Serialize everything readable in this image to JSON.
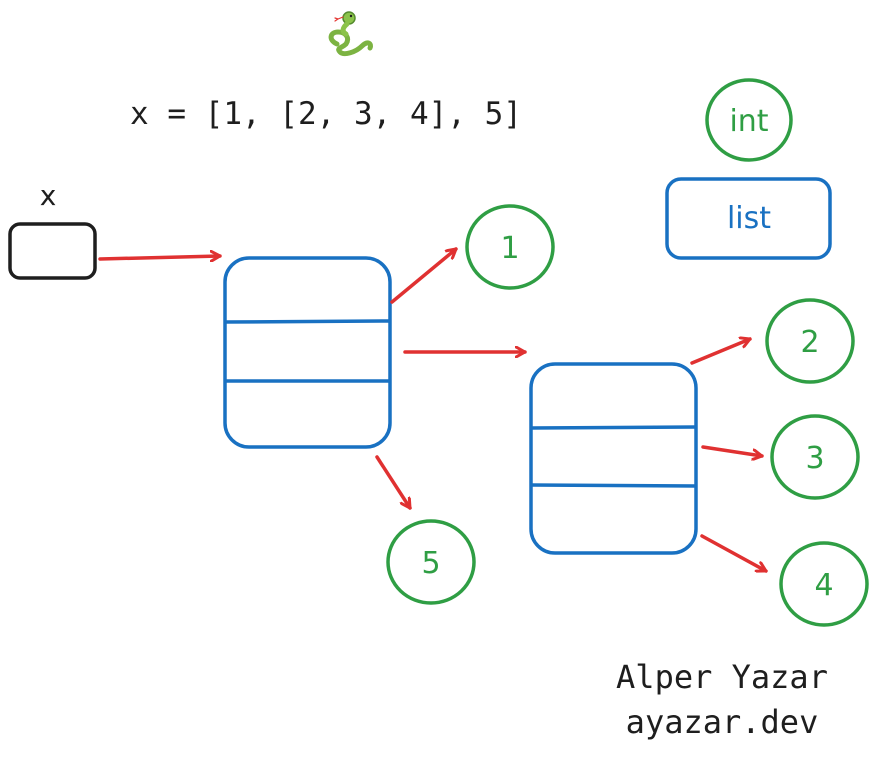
{
  "header": {
    "icon": "snake-icon",
    "code": "x = [1, [2, 3, 4], 5]"
  },
  "legend": {
    "int_label": "int",
    "list_label": "list"
  },
  "variable": {
    "name": "x"
  },
  "ints": {
    "one": "1",
    "two": "2",
    "three": "3",
    "four": "4",
    "five": "5"
  },
  "credit": {
    "author": "Alper Yazar",
    "site": "ayazar.dev"
  },
  "colors": {
    "int": "#2f9e44",
    "list": "#1971c2",
    "arrow": "#e03131",
    "variable": "#1e1e1e"
  }
}
